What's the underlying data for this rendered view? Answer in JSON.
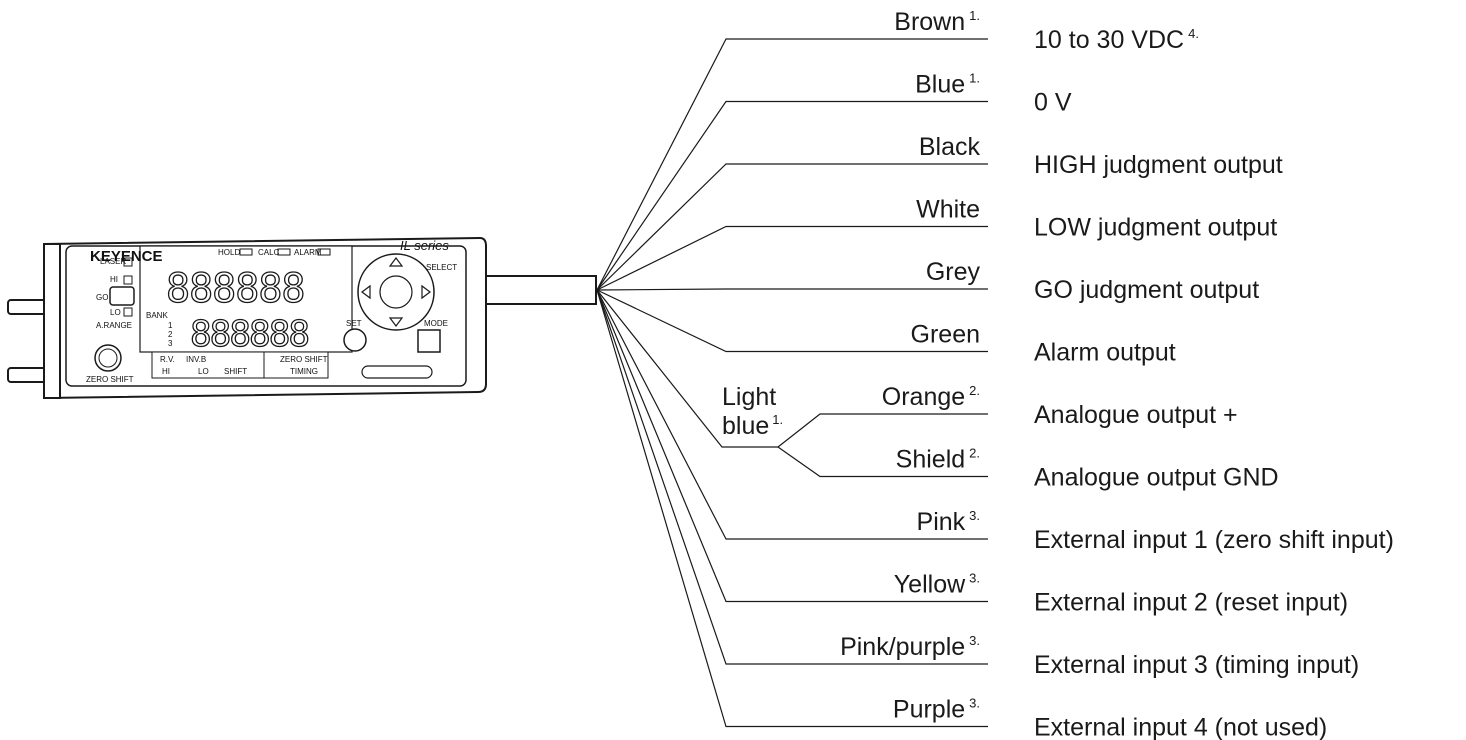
{
  "wires": [
    {
      "color_name": "Brown",
      "footnote": "1.",
      "signal": "10 to 30 VDC",
      "signal_footnote": "4."
    },
    {
      "color_name": "Blue",
      "footnote": "1.",
      "signal": "0 V"
    },
    {
      "color_name": "Black",
      "footnote": "",
      "signal": "HIGH judgment output"
    },
    {
      "color_name": "White",
      "footnote": "",
      "signal": "LOW judgment output"
    },
    {
      "color_name": "Grey",
      "footnote": "",
      "signal": "GO judgment output"
    },
    {
      "color_name": "Green",
      "footnote": "",
      "signal": "Alarm output"
    },
    {
      "color_name": "Orange",
      "footnote": "2.",
      "signal": "Analogue output +"
    },
    {
      "color_name": "Shield",
      "footnote": "2.",
      "signal": "Analogue output GND"
    },
    {
      "color_name": "Pink",
      "footnote": "3.",
      "signal": "External input 1 (zero shift input)"
    },
    {
      "color_name": "Yellow",
      "footnote": "3.",
      "signal": "External input 2 (reset input)"
    },
    {
      "color_name": "Pink/purple",
      "footnote": "3.",
      "signal": "External input 3 (timing input)"
    },
    {
      "color_name": "Purple",
      "footnote": "3.",
      "signal": "External input 4 (not used)"
    }
  ],
  "group": {
    "line1": "Light",
    "line2": "blue",
    "footnote": "1."
  },
  "device": {
    "brand": "KEYENCE",
    "series": "IL series",
    "labels": {
      "laser": "LASER",
      "hi": "HI",
      "go": "GO",
      "lo": "LO",
      "a_range": "A.RANGE",
      "bank": "BANK",
      "b1": "1",
      "b2": "2",
      "b3": "3",
      "hold": "HOLD",
      "calc": "CALC",
      "alarm": "ALARM",
      "rv": "R.V.",
      "inv": "INV.B",
      "zero_shift_ind": "ZERO SHIFT",
      "hi2": "HI",
      "lo2": "LO",
      "shift": "SHIFT",
      "timing": "TIMING",
      "select": "SELECT",
      "set": "SET",
      "mode": "MODE",
      "zero_shift": "ZERO SHIFT",
      "digits": "888888"
    }
  }
}
